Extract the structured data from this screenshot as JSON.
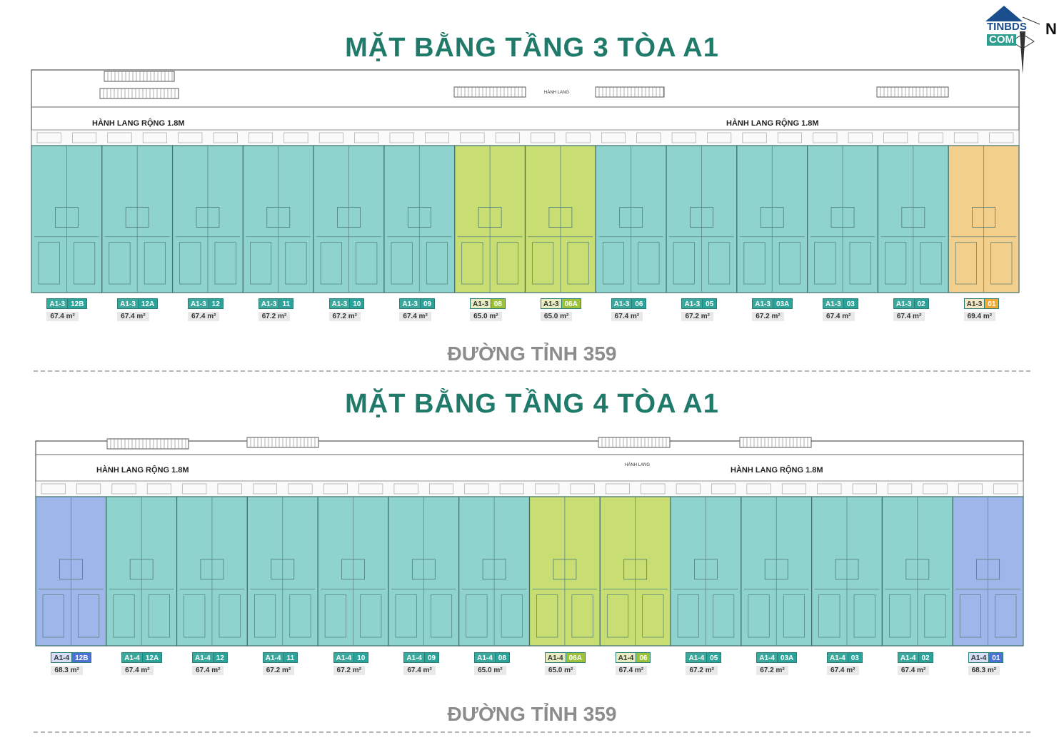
{
  "logo": {
    "line1": "TINBDS",
    "line2": "COM",
    "north": "N"
  },
  "colors": {
    "title": "#1f7a6a",
    "road": "#8c8c8c",
    "teal_fill": "#8fd3cf",
    "green_fill": "#c8dd72",
    "orange_fill": "#f3cf8c",
    "blue_fill": "#9fb6ea"
  },
  "floor3": {
    "title": "MẶT BẰNG TẦNG 3 TÒA A1",
    "corridor_left": "HÀNH LANG RỘNG 1.8M",
    "corridor_right": "HÀNH LANG RỘNG 1.8M",
    "corridor_mid": "HÀNH LANG",
    "road": "ĐƯỜNG TỈNH 359",
    "units": [
      {
        "prefix": "A1-3",
        "num": "12B",
        "area": "67.4 m²",
        "color": "teal"
      },
      {
        "prefix": "A1-3",
        "num": "12A",
        "area": "67.4 m²",
        "color": "teal"
      },
      {
        "prefix": "A1-3",
        "num": "12",
        "area": "67.4 m²",
        "color": "teal"
      },
      {
        "prefix": "A1-3",
        "num": "11",
        "area": "67.2 m²",
        "color": "teal"
      },
      {
        "prefix": "A1-3",
        "num": "10",
        "area": "67.2 m²",
        "color": "teal"
      },
      {
        "prefix": "A1-3",
        "num": "09",
        "area": "67.4 m²",
        "color": "teal"
      },
      {
        "prefix": "A1-3",
        "num": "08",
        "area": "65.0 m²",
        "color": "green"
      },
      {
        "prefix": "A1-3",
        "num": "06A",
        "area": "65.0 m²",
        "color": "green"
      },
      {
        "prefix": "A1-3",
        "num": "06",
        "area": "67.4 m²",
        "color": "teal"
      },
      {
        "prefix": "A1-3",
        "num": "05",
        "area": "67.2 m²",
        "color": "teal"
      },
      {
        "prefix": "A1-3",
        "num": "03A",
        "area": "67.2 m²",
        "color": "teal"
      },
      {
        "prefix": "A1-3",
        "num": "03",
        "area": "67.4 m²",
        "color": "teal"
      },
      {
        "prefix": "A1-3",
        "num": "02",
        "area": "67.4 m²",
        "color": "teal"
      },
      {
        "prefix": "A1-3",
        "num": "01",
        "area": "69.4 m²",
        "color": "orange"
      }
    ]
  },
  "floor4": {
    "title": "MẶT BẰNG TẦNG 4 TÒA A1",
    "corridor_left": "HÀNH LANG RỘNG 1.8M",
    "corridor_right": "HÀNH LANG RỘNG 1.8M",
    "corridor_mid": "HÀNH LANG",
    "road": "ĐƯỜNG TỈNH 359",
    "units": [
      {
        "prefix": "A1-4",
        "num": "12B",
        "area": "68.3 m²",
        "color": "blue"
      },
      {
        "prefix": "A1-4",
        "num": "12A",
        "area": "67.4 m²",
        "color": "teal"
      },
      {
        "prefix": "A1-4",
        "num": "12",
        "area": "67.4 m²",
        "color": "teal"
      },
      {
        "prefix": "A1-4",
        "num": "11",
        "area": "67.2 m²",
        "color": "teal"
      },
      {
        "prefix": "A1-4",
        "num": "10",
        "area": "67.2 m²",
        "color": "teal"
      },
      {
        "prefix": "A1-4",
        "num": "09",
        "area": "67.4 m²",
        "color": "teal"
      },
      {
        "prefix": "A1-4",
        "num": "08",
        "area": "65.0 m²",
        "color": "teal"
      },
      {
        "prefix": "A1-4",
        "num": "06A",
        "area": "65.0 m²",
        "color": "green"
      },
      {
        "prefix": "A1-4",
        "num": "06",
        "area": "67.4 m²",
        "color": "green"
      },
      {
        "prefix": "A1-4",
        "num": "05",
        "area": "67.2 m²",
        "color": "teal"
      },
      {
        "prefix": "A1-4",
        "num": "03A",
        "area": "67.2 m²",
        "color": "teal"
      },
      {
        "prefix": "A1-4",
        "num": "03",
        "area": "67.4 m²",
        "color": "teal"
      },
      {
        "prefix": "A1-4",
        "num": "02",
        "area": "67.4 m²",
        "color": "teal"
      },
      {
        "prefix": "A1-4",
        "num": "01",
        "area": "68.3 m²",
        "color": "blue"
      }
    ]
  }
}
